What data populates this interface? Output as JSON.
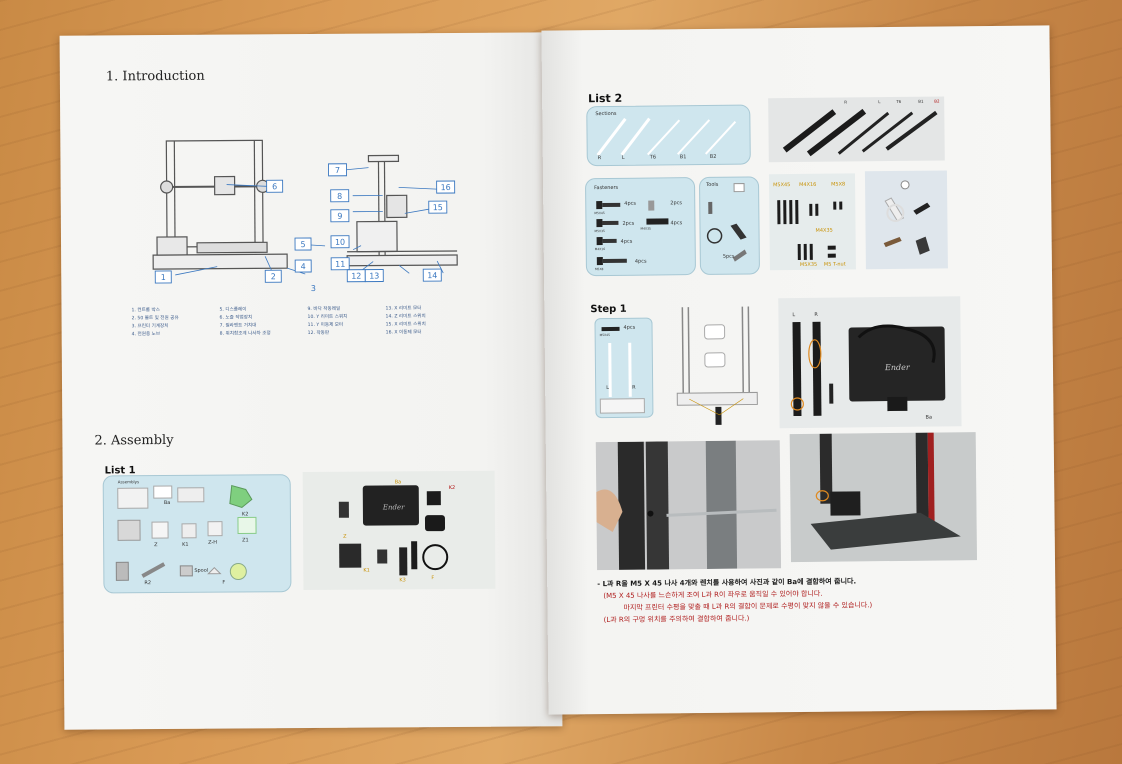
{
  "left_page": {
    "intro_heading": "1. Introduction",
    "callouts": [
      "1",
      "2",
      "3",
      "4",
      "5",
      "6",
      "7",
      "8",
      "9",
      "10",
      "11",
      "12",
      "13",
      "14",
      "15",
      "16"
    ],
    "legend": {
      "col1": [
        "1. 컨트롤 박스",
        "2. 50 볼트 및 전원 공유",
        "3. 프린터 기계장치",
        "4. 전원용 노브"
      ],
      "col2": [
        "5. 디스플레이",
        "6. 노즐 작업장치",
        "7. 필라멘트 거치대",
        "8. 위치참조계 나사차 조정"
      ],
      "col3": [
        "9. 바닥 작동레일",
        "10. Y 리미트 스위치",
        "11. Y 이동제 모터",
        "12. 작동판"
      ],
      "col4": [
        "13. X 리미트 모터",
        "14. Z 리미트 스위치",
        "15. X 리미트 스위치",
        "16. X 이동제 모터"
      ]
    },
    "assembly_heading": "2. Assembly",
    "list1_heading": "List 1",
    "list1_panel_title": "Assemblys",
    "list1_labels": [
      "Ba",
      "K2",
      "Z",
      "K1",
      "Z-H",
      "Z1",
      "R2",
      "Spool",
      "F"
    ],
    "photo1_labels": [
      "Ba",
      "K2",
      "Z",
      "K1",
      "K3",
      "F"
    ]
  },
  "right_page": {
    "list2_heading": "List 2",
    "sections_title": "Sections",
    "sections_labels": [
      "R",
      "L",
      "T6",
      "B1",
      "B2"
    ],
    "fasteners_title": "Fasteners",
    "fasteners_items": [
      "4pcs",
      "2pcs",
      "2pcs",
      "4pcs",
      "4pcs",
      "4pcs"
    ],
    "fasteners_sizes": [
      "M5X45",
      "M5X35",
      "M4X35",
      "M4X16",
      "M5X8"
    ],
    "tools_title": "Tools",
    "tools_items": [
      "5pcs"
    ],
    "hardware_labels": [
      "M5X45",
      "M4X16",
      "M5X8",
      "M4X35",
      "M5X35",
      "M5 T-nut"
    ],
    "rods_labels": [
      "R",
      "L",
      "T6",
      "B1",
      "B2"
    ],
    "step1_heading": "Step 1",
    "step1_panel_labels": [
      "4pcs",
      "M5X45",
      "L",
      "R"
    ],
    "photo_step_labels": [
      "L",
      "R",
      "Ender",
      "Ba"
    ],
    "notes": {
      "line1": "- L과 R을 M5 X 45 나사 4개와 렌치를 사용하여 사진과 같이 Ba에 결합하여 줍니다.",
      "line2": "(M5 X 45 나사를 느슨하게 조여 L과 R이 좌우로 움직일 수 있어야 합니다.",
      "line3": "마지막 프린터 수평을 맞출 때 L과 R의 결합이 문제로 수평이 맞지 않을 수 있습니다.)",
      "line4": "(L과 R의 구멍 위치를 주의하여 결합하여 줍니다.)"
    }
  }
}
